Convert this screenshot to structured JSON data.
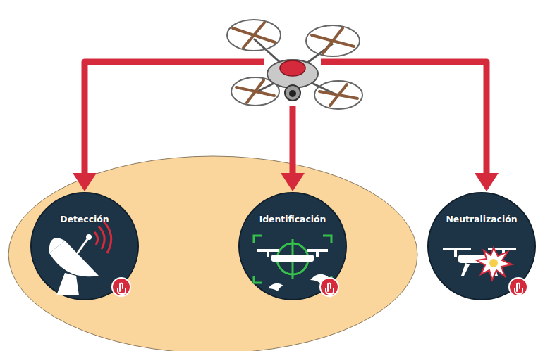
{
  "diagram": {
    "nodes": [
      {
        "text": [
          "Detección"
        ]
      },
      {
        "text": [
          "Identificación"
        ]
      },
      {
        "text": [
          "Neutralización"
        ]
      }
    ]
  }
}
